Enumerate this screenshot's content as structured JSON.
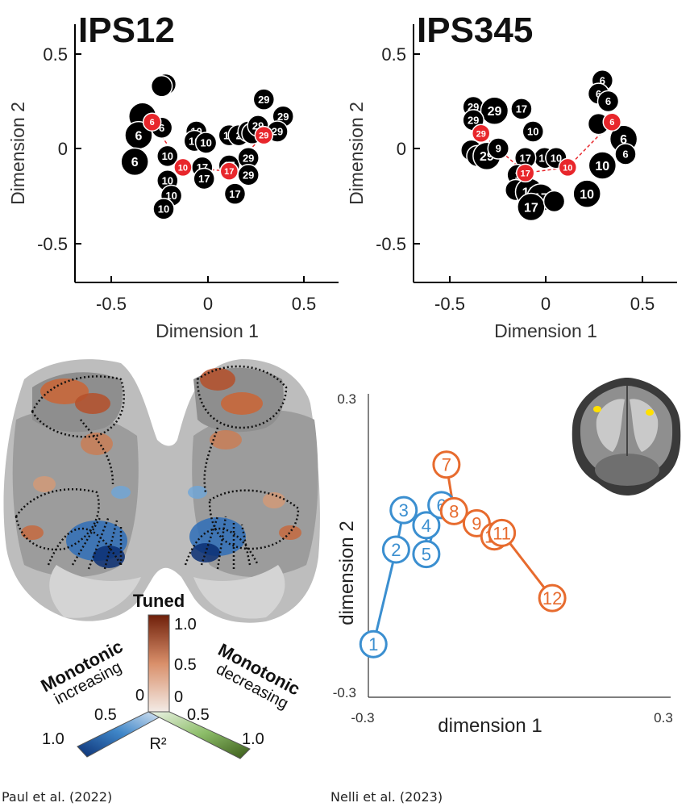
{
  "chart_data": [
    {
      "type": "scatter",
      "title": "IPS12",
      "xlabel": "Dimension 1",
      "ylabel": "Dimension 2",
      "xlim": [
        -0.7,
        0.7
      ],
      "ylim": [
        -0.7,
        0.65
      ],
      "xticks": [
        "-0.5",
        "0",
        "0.5"
      ],
      "yticks": [
        "0.5",
        "0",
        "-0.5"
      ],
      "highlight_color": "#e8262b",
      "points": [
        {
          "x": -0.22,
          "y": 0.34,
          "label": "6",
          "big": false
        },
        {
          "x": -0.24,
          "y": 0.33,
          "label": "",
          "big": false
        },
        {
          "x": -0.34,
          "y": 0.17,
          "label": "",
          "big": true
        },
        {
          "x": -0.24,
          "y": 0.11,
          "label": "6",
          "big": false
        },
        {
          "x": -0.36,
          "y": 0.07,
          "label": "6",
          "big": true
        },
        {
          "x": -0.38,
          "y": -0.07,
          "label": "6",
          "big": true
        },
        {
          "x": -0.21,
          "y": -0.04,
          "label": "10",
          "big": false
        },
        {
          "x": -0.21,
          "y": -0.17,
          "label": "10",
          "big": false
        },
        {
          "x": -0.19,
          "y": -0.25,
          "label": "10",
          "big": false
        },
        {
          "x": -0.23,
          "y": -0.32,
          "label": "10",
          "big": false
        },
        {
          "x": -0.06,
          "y": 0.09,
          "label": "10",
          "big": false
        },
        {
          "x": -0.07,
          "y": 0.04,
          "label": "10",
          "big": false
        },
        {
          "x": -0.01,
          "y": 0.03,
          "label": "10",
          "big": false
        },
        {
          "x": -0.03,
          "y": -0.1,
          "label": "17",
          "big": false
        },
        {
          "x": -0.02,
          "y": -0.16,
          "label": "17",
          "big": false
        },
        {
          "x": 0.11,
          "y": 0.07,
          "label": "17",
          "big": false
        },
        {
          "x": 0.11,
          "y": -0.09,
          "label": "17",
          "big": false
        },
        {
          "x": 0.14,
          "y": -0.24,
          "label": "17",
          "big": false
        },
        {
          "x": 0.16,
          "y": 0.07,
          "label": "2",
          "big": false
        },
        {
          "x": 0.21,
          "y": 0.09,
          "label": "2",
          "big": false
        },
        {
          "x": 0.23,
          "y": 0.08,
          "label": "",
          "big": false
        },
        {
          "x": 0.26,
          "y": 0.12,
          "label": "29",
          "big": false
        },
        {
          "x": 0.29,
          "y": 0.26,
          "label": "29",
          "big": false
        },
        {
          "x": 0.39,
          "y": 0.17,
          "label": "29",
          "big": false
        },
        {
          "x": 0.36,
          "y": 0.09,
          "label": "29",
          "big": false
        },
        {
          "x": 0.21,
          "y": -0.05,
          "label": "29",
          "big": false
        },
        {
          "x": 0.21,
          "y": -0.14,
          "label": "29",
          "big": false
        }
      ],
      "red_points": [
        {
          "x": -0.29,
          "y": 0.14,
          "label": "6"
        },
        {
          "x": -0.13,
          "y": -0.1,
          "label": "10"
        },
        {
          "x": 0.11,
          "y": -0.12,
          "label": "17"
        },
        {
          "x": 0.29,
          "y": 0.07,
          "label": "29"
        }
      ]
    },
    {
      "type": "scatter",
      "title": "IPS345",
      "xlabel": "Dimension 1",
      "ylabel": "Dimension 2",
      "xlim": [
        -0.7,
        0.7
      ],
      "ylim": [
        -0.7,
        0.65
      ],
      "xticks": [
        "-0.5",
        "0",
        "0.5"
      ],
      "yticks": [
        "0.5",
        "0",
        "-0.5"
      ],
      "highlight_color": "#e8262b",
      "points": [
        {
          "x": 0.29,
          "y": 0.36,
          "label": "6",
          "big": false
        },
        {
          "x": 0.27,
          "y": 0.29,
          "label": "6",
          "big": false
        },
        {
          "x": 0.32,
          "y": 0.25,
          "label": "6",
          "big": false
        },
        {
          "x": 0.27,
          "y": 0.13,
          "label": "",
          "big": false
        },
        {
          "x": 0.4,
          "y": 0.05,
          "label": "6",
          "big": true
        },
        {
          "x": 0.41,
          "y": -0.03,
          "label": "6",
          "big": false
        },
        {
          "x": 0.29,
          "y": -0.09,
          "label": "10",
          "big": true
        },
        {
          "x": 0.21,
          "y": -0.24,
          "label": "10",
          "big": true
        },
        {
          "x": -0.07,
          "y": 0.09,
          "label": "10",
          "big": false
        },
        {
          "x": -0.01,
          "y": -0.05,
          "label": "10",
          "big": false
        },
        {
          "x": 0.05,
          "y": -0.05,
          "label": "10",
          "big": false
        },
        {
          "x": -0.38,
          "y": 0.22,
          "label": "29",
          "big": false
        },
        {
          "x": -0.27,
          "y": 0.2,
          "label": "29",
          "big": true
        },
        {
          "x": -0.38,
          "y": 0.15,
          "label": "29",
          "big": false
        },
        {
          "x": -0.39,
          "y": -0.01,
          "label": "",
          "big": false
        },
        {
          "x": -0.36,
          "y": -0.04,
          "label": "2",
          "big": false
        },
        {
          "x": -0.31,
          "y": -0.04,
          "label": "29",
          "big": true
        },
        {
          "x": -0.25,
          "y": 0,
          "label": "9",
          "big": false
        },
        {
          "x": -0.13,
          "y": 0.21,
          "label": "17",
          "big": false
        },
        {
          "x": -0.11,
          "y": -0.05,
          "label": "17",
          "big": false
        },
        {
          "x": -0.15,
          "y": -0.14,
          "label": "1",
          "big": false
        },
        {
          "x": -0.16,
          "y": -0.22,
          "label": "",
          "big": false
        },
        {
          "x": -0.09,
          "y": -0.23,
          "label": "17",
          "big": true
        },
        {
          "x": -0.03,
          "y": -0.26,
          "label": "17",
          "big": true
        },
        {
          "x": -0.08,
          "y": -0.31,
          "label": "17",
          "big": true
        },
        {
          "x": 0.04,
          "y": -0.28,
          "label": "",
          "big": false
        }
      ],
      "red_points": [
        {
          "x": -0.34,
          "y": 0.08,
          "label": "29"
        },
        {
          "x": -0.11,
          "y": -0.13,
          "label": "17"
        },
        {
          "x": 0.11,
          "y": -0.1,
          "label": "10"
        },
        {
          "x": 0.34,
          "y": 0.14,
          "label": "6"
        }
      ]
    },
    {
      "type": "line",
      "xlabel": "dimension 1",
      "ylabel": "dimension 2",
      "xlim": [
        -0.3,
        0.3
      ],
      "ylim": [
        -0.3,
        0.3
      ],
      "xticks": [
        "-0.3",
        "0.3"
      ],
      "yticks": [
        "0.3",
        "-0.3"
      ],
      "series": [
        {
          "color": "#3b8fd0",
          "labels": [
            "1",
            "2",
            "3",
            "4",
            "5",
            "6"
          ],
          "x": [
            -0.29,
            -0.245,
            -0.23,
            -0.185,
            -0.185,
            -0.155
          ],
          "y": [
            -0.195,
            -0.008,
            0.07,
            0.04,
            -0.017,
            0.08
          ]
        },
        {
          "color": "#e76b2e",
          "labels": [
            "7",
            "8",
            "9",
            "10",
            "11",
            "12"
          ],
          "x": [
            -0.145,
            -0.13,
            -0.085,
            -0.05,
            -0.035,
            0.065
          ],
          "y": [
            0.16,
            0.068,
            0.044,
            0.018,
            0.025,
            -0.104
          ]
        }
      ]
    }
  ],
  "brain_colorbar": {
    "title_top": "Tuned",
    "left_bold": "Monotonic",
    "left_sub": "increasing",
    "right_bold": "Monotonic",
    "right_sub": "decreasing",
    "center_label": "R²",
    "ticks_top": [
      "1.0",
      "0.5",
      "0"
    ],
    "ticks_left": [
      "0",
      "0.5",
      "1.0"
    ],
    "ticks_right": [
      "0",
      "0.5",
      "1.0"
    ],
    "colors": {
      "tuned": "#6e1f0a",
      "increasing": "#0b2f73",
      "decreasing": "#3a5a18"
    }
  },
  "citations": {
    "left": "Paul et al. (2022)",
    "right": "Nelli et al. (2023)"
  }
}
